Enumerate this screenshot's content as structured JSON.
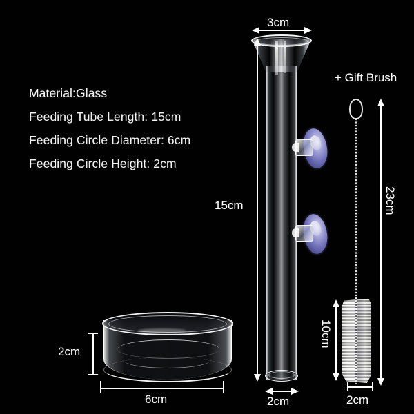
{
  "image": {
    "background_color": "#000000",
    "text_color": "#ffffff",
    "accent_color": "#7e7ed0"
  },
  "specs": {
    "lines": [
      "Material:Glass",
      "Feeding Tube Length: 15cm",
      "Feeding Circle Diameter: 6cm",
      "Feeding Circle Height: 2cm"
    ]
  },
  "gift": {
    "label": "+ Gift Brush"
  },
  "dimensions": {
    "tube_top_width": "3cm",
    "tube_length": "15cm",
    "tube_bottom_width": "2cm",
    "brush_total_length": "23cm",
    "brush_head_length": "10cm",
    "brush_head_width": "2cm",
    "dish_height": "2cm",
    "dish_diameter": "6cm"
  },
  "objects": {
    "feeding_tube": "glass-feeding-tube",
    "funnel": "funnel-top",
    "suction_cups": [
      {
        "name": "suction-cup-upper",
        "color": "#7e7ed0"
      },
      {
        "name": "suction-cup-lower",
        "color": "#7e7ed0"
      }
    ],
    "brush": "cleaning-brush",
    "dish": "glass-feeding-dish"
  }
}
